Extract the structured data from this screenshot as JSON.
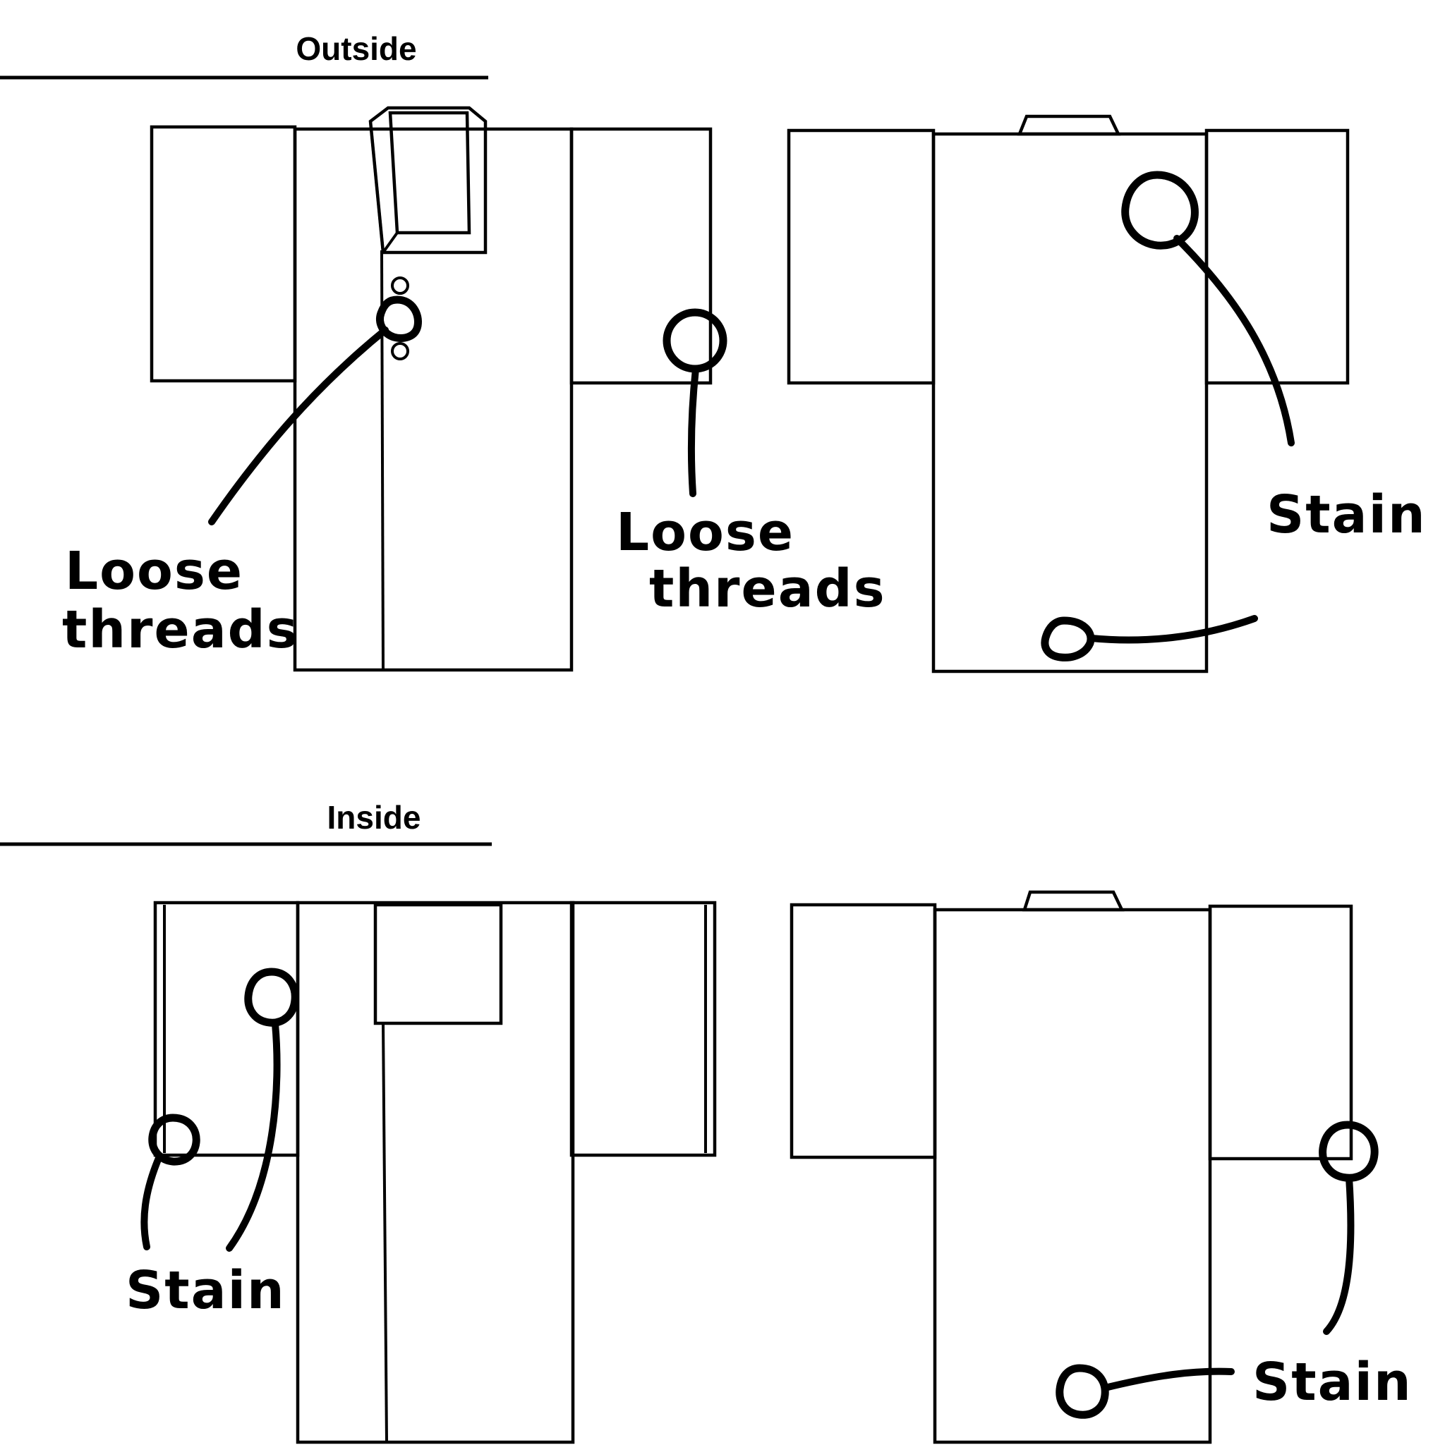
{
  "sections": {
    "outside": {
      "heading": "Outside"
    },
    "inside": {
      "heading": "Inside"
    }
  },
  "annotations": {
    "outside_front_collar": {
      "line1": "Loose",
      "line2": "threads"
    },
    "outside_front_sleeve": {
      "line1": "Loose",
      "line2": "threads"
    },
    "outside_back": {
      "label": "Stain"
    },
    "inside_front": {
      "label": "Stain"
    },
    "inside_back": {
      "label": "Stain"
    }
  }
}
